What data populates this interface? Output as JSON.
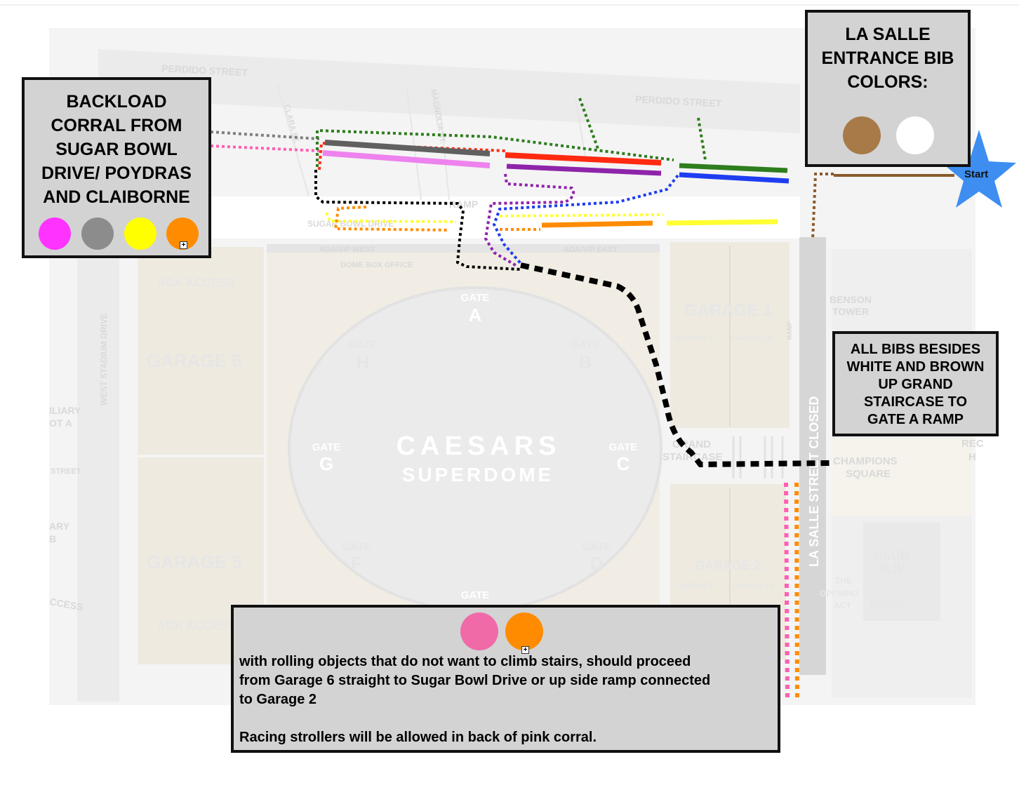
{
  "map": {
    "streets": {
      "perdido_left": "PERDIDO STREET",
      "perdido_right": "PERDIDO STREET",
      "clara": "CLARA ST.",
      "magnolia": "MAGNOLIA ST.",
      "sugar_bowl": "SUGAR BOWL DRIVE",
      "west_stadium": "WEST STADIUM DRIVE",
      "la_salle_closed": "LA SALLE STREET CLOSED",
      "ramp_top": "RAMP",
      "ramp_right": "RAMP",
      "street_left": "STREET"
    },
    "areas": {
      "ada_vip_west": "ADA/VIP WEST",
      "ada_vip_east": "ADA/VIP EAST",
      "dome_box_office": "DOME BOX OFFICE",
      "ada_access_top": "ADA ACCESS",
      "ada_access_bottom": "ADA ACCESS",
      "garage_6": "GARAGE 6",
      "garage_5": "GARAGE 5",
      "garage_1": "GARAGE 1",
      "garage_1_sub": "GARAGE 1",
      "garage_1a": "GARAGE 1A",
      "garage_2": "GARAGE 2",
      "garage_2_sub": "GARAGE 2",
      "garage_2a": "GARAGE 2A",
      "benson_1": "BENSON",
      "benson_2": "TOWER",
      "grand_1": "GRAND",
      "grand_2": "STAIRCASE",
      "champions_1": "CHAMPIONS",
      "champions_2": "SQUARE",
      "club_1": "CLUB",
      "club_2": "XLIV",
      "opening_1": "THE",
      "opening_2": "OPENING",
      "opening_3": "ACT",
      "encore": "ENCORE",
      "aux_1": "ILIARY",
      "aux_2": "OT A",
      "aux_3": "ARY",
      "aux_4": "B",
      "access_left": "CCESS",
      "rec": "REC",
      "rec_h": "H",
      "caesars": "CAESARS",
      "superdome": "SUPERDOME"
    },
    "gates": {
      "gate_word": "GATE",
      "a": "A",
      "b": "B",
      "c": "C",
      "d": "D",
      "f": "F",
      "g": "G",
      "h": "H"
    }
  },
  "start_label": "Start",
  "backload_box": {
    "lines": [
      "BACKLOAD",
      "CORRAL FROM",
      "SUGAR BOWL",
      "DRIVE/ POYDRAS",
      "AND CLAIBORNE"
    ],
    "dot_colors": [
      "#ff33ff",
      "#8c8c8c",
      "#ffff00",
      "#ff8c00"
    ]
  },
  "lasalle_box": {
    "lines": [
      "LA SALLE",
      "ENTRANCE BIB",
      "COLORS:"
    ],
    "dot_colors": [
      "#a87a48",
      "#ffffff"
    ]
  },
  "allbibs_box": {
    "lines": [
      "ALL BIBS BESIDES",
      "WHITE AND BROWN",
      "UP GRAND",
      "STAIRCASE TO",
      "GATE A RAMP"
    ]
  },
  "rolling_box": {
    "dot_colors": [
      "#f06aa8",
      "#ff8c00"
    ],
    "lines": [
      "with rolling objects that do not want to climb stairs, should proceed",
      "from Garage 6 straight to Sugar Bowl Drive or up side ramp connected",
      "to Garage 2",
      "",
      "Racing strollers will be allowed in back of pink corral."
    ]
  },
  "colors": {
    "black_route": "#000000",
    "pink": "#ff5fb0",
    "gray": "#808080",
    "green": "#2e7d1e",
    "red": "#ff2a10",
    "purple": "#8e24aa",
    "violet": "#ee82ee",
    "blue": "#1f3df0",
    "yellow": "#ffff33",
    "orange": "#ff8c00",
    "brown": "#8b5a2b",
    "star": "#3d8ef0"
  }
}
